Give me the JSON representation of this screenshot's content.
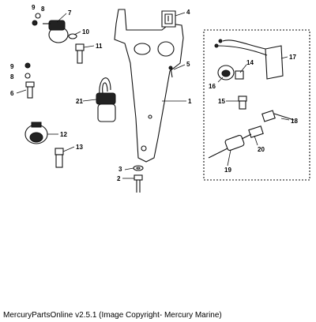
{
  "diagram": {
    "labels": [
      "1",
      "2",
      "3",
      "4",
      "5",
      "6",
      "7",
      "8",
      "9",
      "10",
      "11",
      "12",
      "13",
      "14",
      "15",
      "16",
      "17",
      "18",
      "19",
      "20",
      "21",
      "8",
      "9"
    ]
  },
  "footer": {
    "caption": "MercuryPartsOnline v2.5.1 (Image Copyright- Mercury Marine)"
  }
}
